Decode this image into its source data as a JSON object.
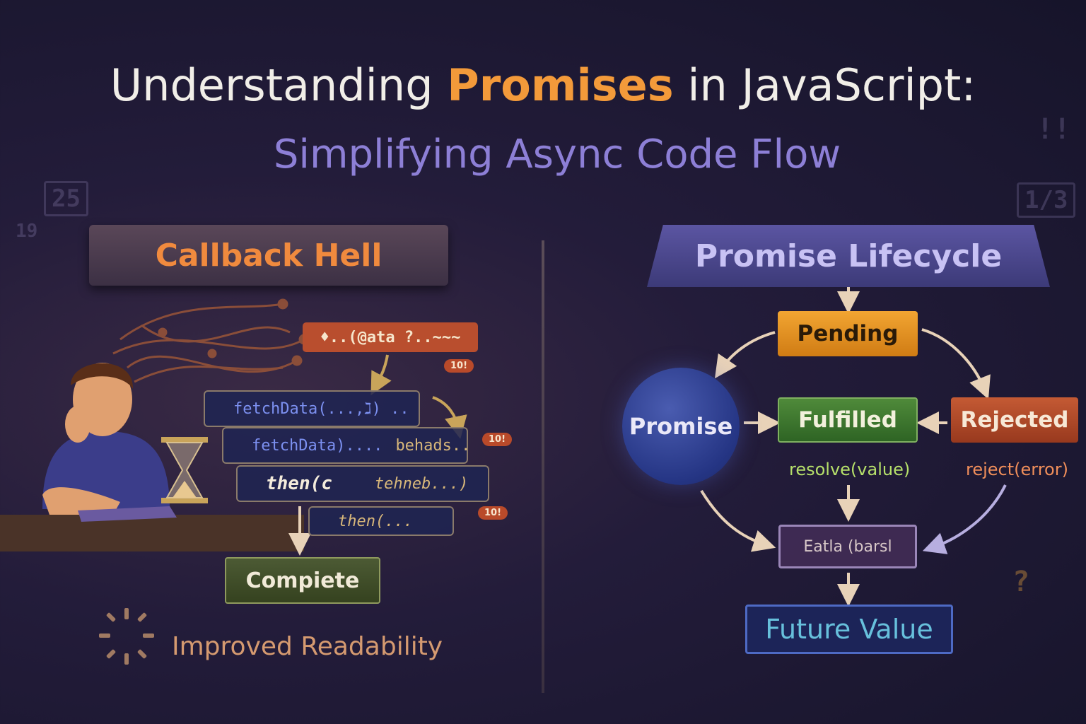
{
  "title": {
    "prefix": "Understanding ",
    "highlight": "Promises",
    "suffix": " in JavaScript:"
  },
  "subtitle": "Simplifying Async Code Flow",
  "left_panel": {
    "banner": "Callback Hell",
    "data_box": "♦..(@ata ?..~~~",
    "code_lines": [
      {
        "a": "fetchData(...,ℷ) ..",
        "b": ""
      },
      {
        "a": "fetchData)....",
        "b": "behads.."
      },
      {
        "a": "then(c",
        "b": "tehneb...)"
      },
      {
        "a": "then(...",
        "b": ""
      }
    ],
    "bubbles": [
      "10!",
      "10!",
      "10!"
    ],
    "complete": "Compiete",
    "footer": "Improved Readability"
  },
  "right_panel": {
    "banner": "Promise Lifecycle",
    "pending": "Pending",
    "promise": "Promise",
    "fulfilled": "Fulfilled",
    "rejected": "Rejected",
    "resolve_label": "resolve(value)",
    "reject_label": "reject(error)",
    "result_box": "Eatla (barsl",
    "future_value": "Future Value"
  },
  "decor": [
    "25",
    "19",
    "1/3",
    "!!",
    "?"
  ],
  "colors": {
    "accent_orange": "#f39a3a",
    "subtitle_purple": "#8d7fd6",
    "pending": "#f2a532",
    "fulfilled": "#4f8a3a",
    "rejected": "#c45a34",
    "promise": "#253584"
  }
}
